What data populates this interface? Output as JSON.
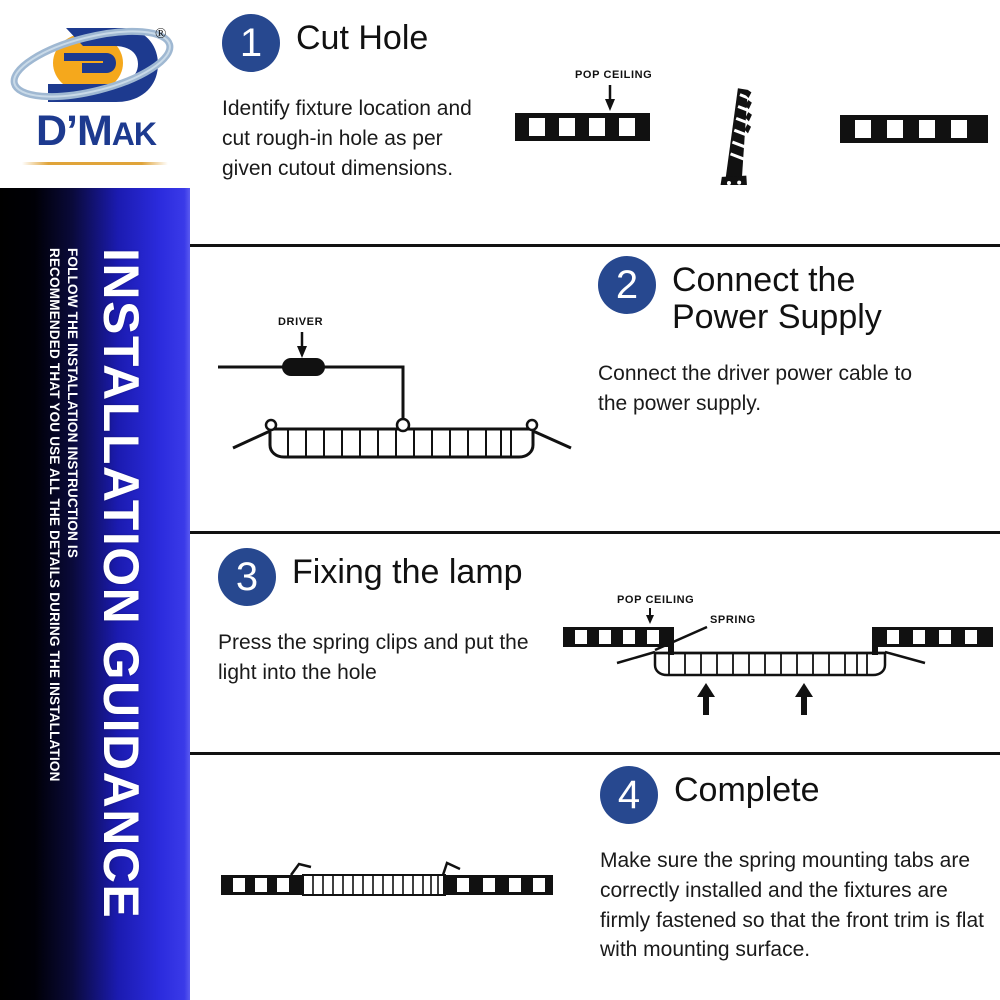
{
  "brand": {
    "name": "D'Mak",
    "name_lead": "D’M",
    "name_small": "AK",
    "registered_mark": "®",
    "logo_colors": {
      "navy": "#1d3a8f",
      "orange": "#f0a020",
      "ring": "#9ab4d0",
      "underline": "#e0a43a"
    }
  },
  "sidebar": {
    "title": "INSTALLATION GUIDANCE",
    "subtitle_line1": "FOLLOW THE INSTALLATION INSTRUCTION IS",
    "subtitle_line2": "RECOMMENDED THAT YOU USE ALL THE DETAILS DURING THE INSTALLATION",
    "gradient_from": "#000000",
    "gradient_to": "#3a3ae8"
  },
  "theme": {
    "badge_color": "#27488f",
    "divider_color": "#111111",
    "text_color": "#1a1a1a"
  },
  "steps": [
    {
      "number": "1",
      "title": "Cut Hole",
      "body": "Identify fixture location and cut rough-in hole as per given cutout dimensions.",
      "diagram_labels": [
        "POP CEILING"
      ],
      "diagram_name": "cut-hole-diagram"
    },
    {
      "number": "2",
      "title_line1": "Connect the",
      "title_line2": "Power Supply",
      "title": "Connect the Power Supply",
      "body": "Connect the driver power cable to the power supply.",
      "diagram_labels": [
        "DRIVER"
      ],
      "diagram_name": "driver-wiring-diagram"
    },
    {
      "number": "3",
      "title": "Fixing the lamp",
      "body": "Press the spring clips and put the light into the hole",
      "diagram_labels": [
        "POP CEILING",
        "SPRING"
      ],
      "diagram_name": "spring-clip-diagram"
    },
    {
      "number": "4",
      "title": "Complete",
      "body": "Make sure the spring mounting tabs are correctly installed and the fixtures are firmly fastened so that the front trim is flat with mounting surface.",
      "diagram_labels": [],
      "diagram_name": "completed-install-diagram"
    }
  ]
}
